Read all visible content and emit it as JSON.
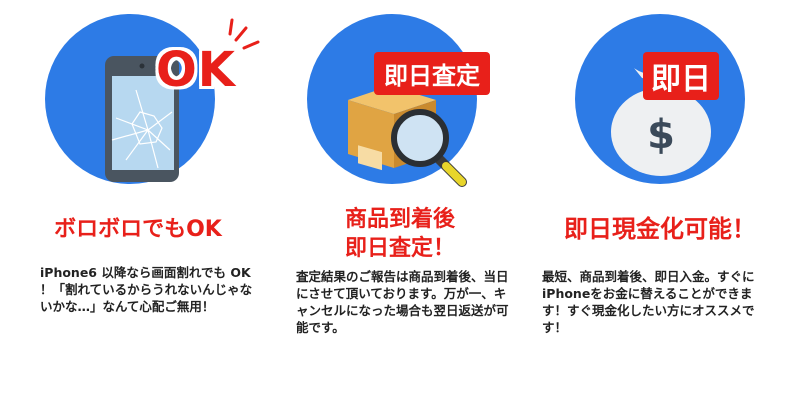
{
  "items": [
    {
      "badge": "OK",
      "heading": "ボロボロでもOK",
      "body": "iPhone6 以降なら画面割れでも OK ！「割れているからうれないんじゃないかな…」なんて心配ご無用！"
    },
    {
      "badge": "即日査定",
      "heading_line1": "商品到着後",
      "heading_line2": "即日査定！",
      "body": "査定結果のご報告は商品到着後、当日にさせて頂いております。万が一、キャンセルになった場合も翌日返送が可能です。"
    },
    {
      "badge": "即日",
      "heading": "即日現金化可能！",
      "body": "最短、商品到着後、即日入金。すぐにiPhoneをお金に替えることができます！すぐ現金化したい方にオススメです！",
      "money_symbol": "$"
    }
  ],
  "colors": {
    "accent_red": "#e8201a",
    "circle_blue": "#2d7be6"
  },
  "icons": [
    "cracked-phone-icon",
    "cardboard-box-icon",
    "magnifier-icon",
    "money-bag-icon"
  ]
}
